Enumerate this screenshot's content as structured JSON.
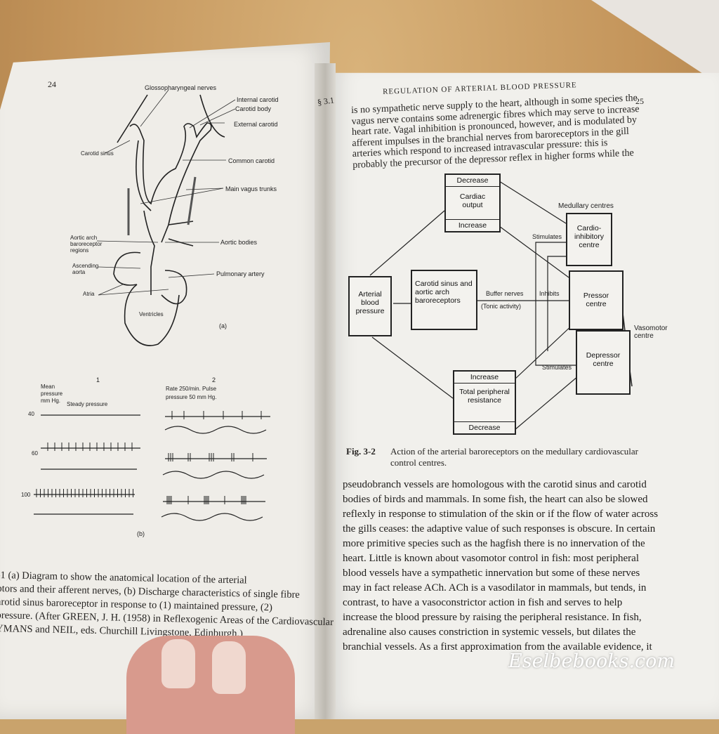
{
  "left_page": {
    "page_number": "24",
    "figure_a": {
      "labels": [
        "Glossopharyngeal nerves",
        "Internal carotid",
        "Carotid body",
        "External carotid",
        "Carotid sinus",
        "Common carotid",
        "Main vagus trunks",
        "Aortic arch",
        "baroreceptor",
        "regions",
        "Aortic bodies",
        "Ascending",
        "aorta",
        "Pulmonary artery",
        "Atria",
        "Ventricles"
      ],
      "panel": "(a)"
    },
    "figure_b": {
      "col1": "1",
      "col2": "2",
      "y_label": [
        "Mean",
        "pressure",
        "mm Hg."
      ],
      "steady": "Steady pressure",
      "pulse": [
        "Rate 250/min. Pulse",
        "pressure 50 mm Hg."
      ],
      "levels": [
        "40",
        "60",
        "100"
      ],
      "panel": "(b)"
    },
    "caption": [
      "-1 (a) Diagram to show the anatomical location of the arterial",
      "ptors and their afferent nerves, (b) Discharge characteristics of single fibre",
      "arotid sinus baroreceptor in response to (1) maintained pressure, (2)",
      "pressure. (After GREEN, J. H. (1958) in Reflexogenic Areas of the Cardiovascular",
      "YMANS and NEIL, eds. Churchill Livingstone, Edinburgh.)"
    ]
  },
  "right_page": {
    "section": "§ 3.1",
    "running_head": "REGULATION OF ARTERIAL BLOOD PRESSURE",
    "page_number": "25",
    "top_text": [
      "is no sympathetic nerve supply to the heart, although in some species the",
      "vagus nerve contains some adrenergic fibres which may serve to increase",
      "heart rate. Vagal inhibition is pronounced, however, and is modulated by",
      "afferent impulses in the branchial nerves from baroreceptors in the gill",
      "arteries which respond to increased intravascular pressure: this is",
      "probably the precursor of the depressor reflex in higher forms while the"
    ],
    "diagram": {
      "cardiac": [
        "Decrease",
        "Cardiac output",
        "Increase"
      ],
      "medullary_label": "Medullary centres",
      "cardio_inhibitory": "Cardio-inhibitory centre",
      "pressor": "Pressor centre",
      "depressor": "Depressor centre",
      "vasomotor": "Vasomotor centre",
      "arterial": "Arterial blood pressure",
      "carotid": "Carotid sinus and aortic arch baroreceptors",
      "buffer": "Buffer nerves",
      "tonic": "(Tonic activity)",
      "inhibits": "Inhibits",
      "stimulates_top": "Stimulates",
      "stimulates_bottom": "Stimulates",
      "resistance": [
        "Increase",
        "Total peripheral resistance",
        "Decrease"
      ]
    },
    "caption_label": "Fig. 3-2",
    "caption": [
      "Action of the arterial baroreceptors on the medullary cardiovascular",
      "control centres."
    ],
    "body": [
      "pseudobranch vessels are homologous with the carotid sinus and carotid",
      "bodies of birds and mammals. In some fish, the heart can also be slowed",
      "reflexly in response to stimulation of the skin or if the flow of water across",
      "the gills ceases: the adaptive value of such responses is obscure. In certain",
      "more primitive species such as the hagfish there is no innervation of the",
      "heart. Little is known about vasomotor control in fish: most peripheral",
      "blood vessels have a sympathetic innervation but some of these nerves",
      "may in fact release ACh. ACh is a vasodilator in mammals, but tends, in",
      "contrast, to have a vasoconstrictor action in fish and serves to help",
      "increase the blood pressure by raising the peripheral resistance. In fish,",
      "adrenaline also causes constriction in systemic vessels, but dilates the",
      "branchial vessels. As a first approximation from the available evidence, it"
    ]
  },
  "watermark": "Eselbebooks.com"
}
